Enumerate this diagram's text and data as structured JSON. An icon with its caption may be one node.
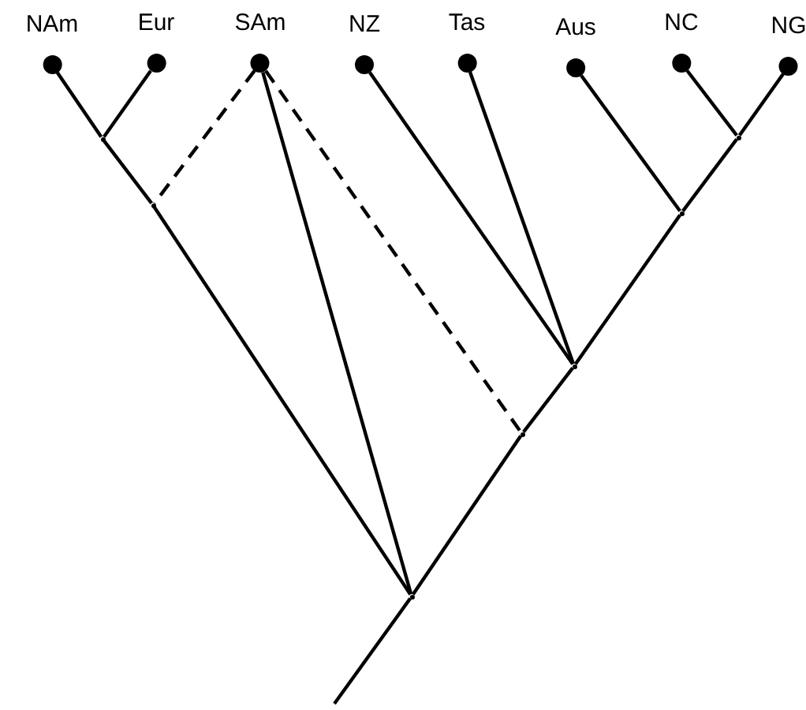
{
  "diagram": {
    "nodes": [
      {
        "text": [
          "NAm"
        ]
      },
      {
        "text": [
          "Eur"
        ]
      },
      {
        "text": [
          "SAm"
        ]
      },
      {
        "text": [
          "NZ"
        ]
      },
      {
        "text": [
          "Tas"
        ]
      },
      {
        "text": [
          "Aus"
        ]
      },
      {
        "text": [
          "NC"
        ]
      },
      {
        "text": [
          "NG"
        ]
      },
      {
        "text": [],
        "shape": "point"
      },
      {
        "text": [],
        "shape": "point"
      },
      {
        "text": [],
        "shape": "point"
      },
      {
        "text": [],
        "shape": "point"
      },
      {
        "text": [],
        "shape": "point"
      },
      {
        "text": [],
        "shape": "point"
      },
      {
        "text": [],
        "shape": "point"
      }
    ],
    "edges": [
      {
        "from": 0,
        "to": 8,
        "arrow": "none"
      },
      {
        "from": 1,
        "to": 8,
        "arrow": "none"
      },
      {
        "from": 8,
        "to": 10,
        "arrow": "none"
      },
      {
        "from": 2,
        "to": 10,
        "arrow": "none",
        "style": "dashed"
      },
      {
        "from": 10,
        "to": 14,
        "arrow": "none"
      },
      {
        "from": 2,
        "to": 14,
        "arrow": "none"
      },
      {
        "from": 2,
        "to": 13,
        "arrow": "none",
        "style": "dashed"
      },
      {
        "from": 3,
        "to": 12,
        "arrow": "none"
      },
      {
        "from": 4,
        "to": 12,
        "arrow": "none"
      },
      {
        "from": 5,
        "to": 11,
        "arrow": "none"
      },
      {
        "from": 6,
        "to": 9,
        "arrow": "none"
      },
      {
        "from": 7,
        "to": 9,
        "arrow": "none"
      },
      {
        "from": 9,
        "to": 11,
        "arrow": "none"
      },
      {
        "from": 11,
        "to": 12,
        "arrow": "none"
      },
      {
        "from": 12,
        "to": 13,
        "arrow": "none"
      },
      {
        "from": 13,
        "to": 14,
        "arrow": "none"
      },
      {
        "from": 14,
        "to": null,
        "arrow": "none"
      }
    ]
  }
}
